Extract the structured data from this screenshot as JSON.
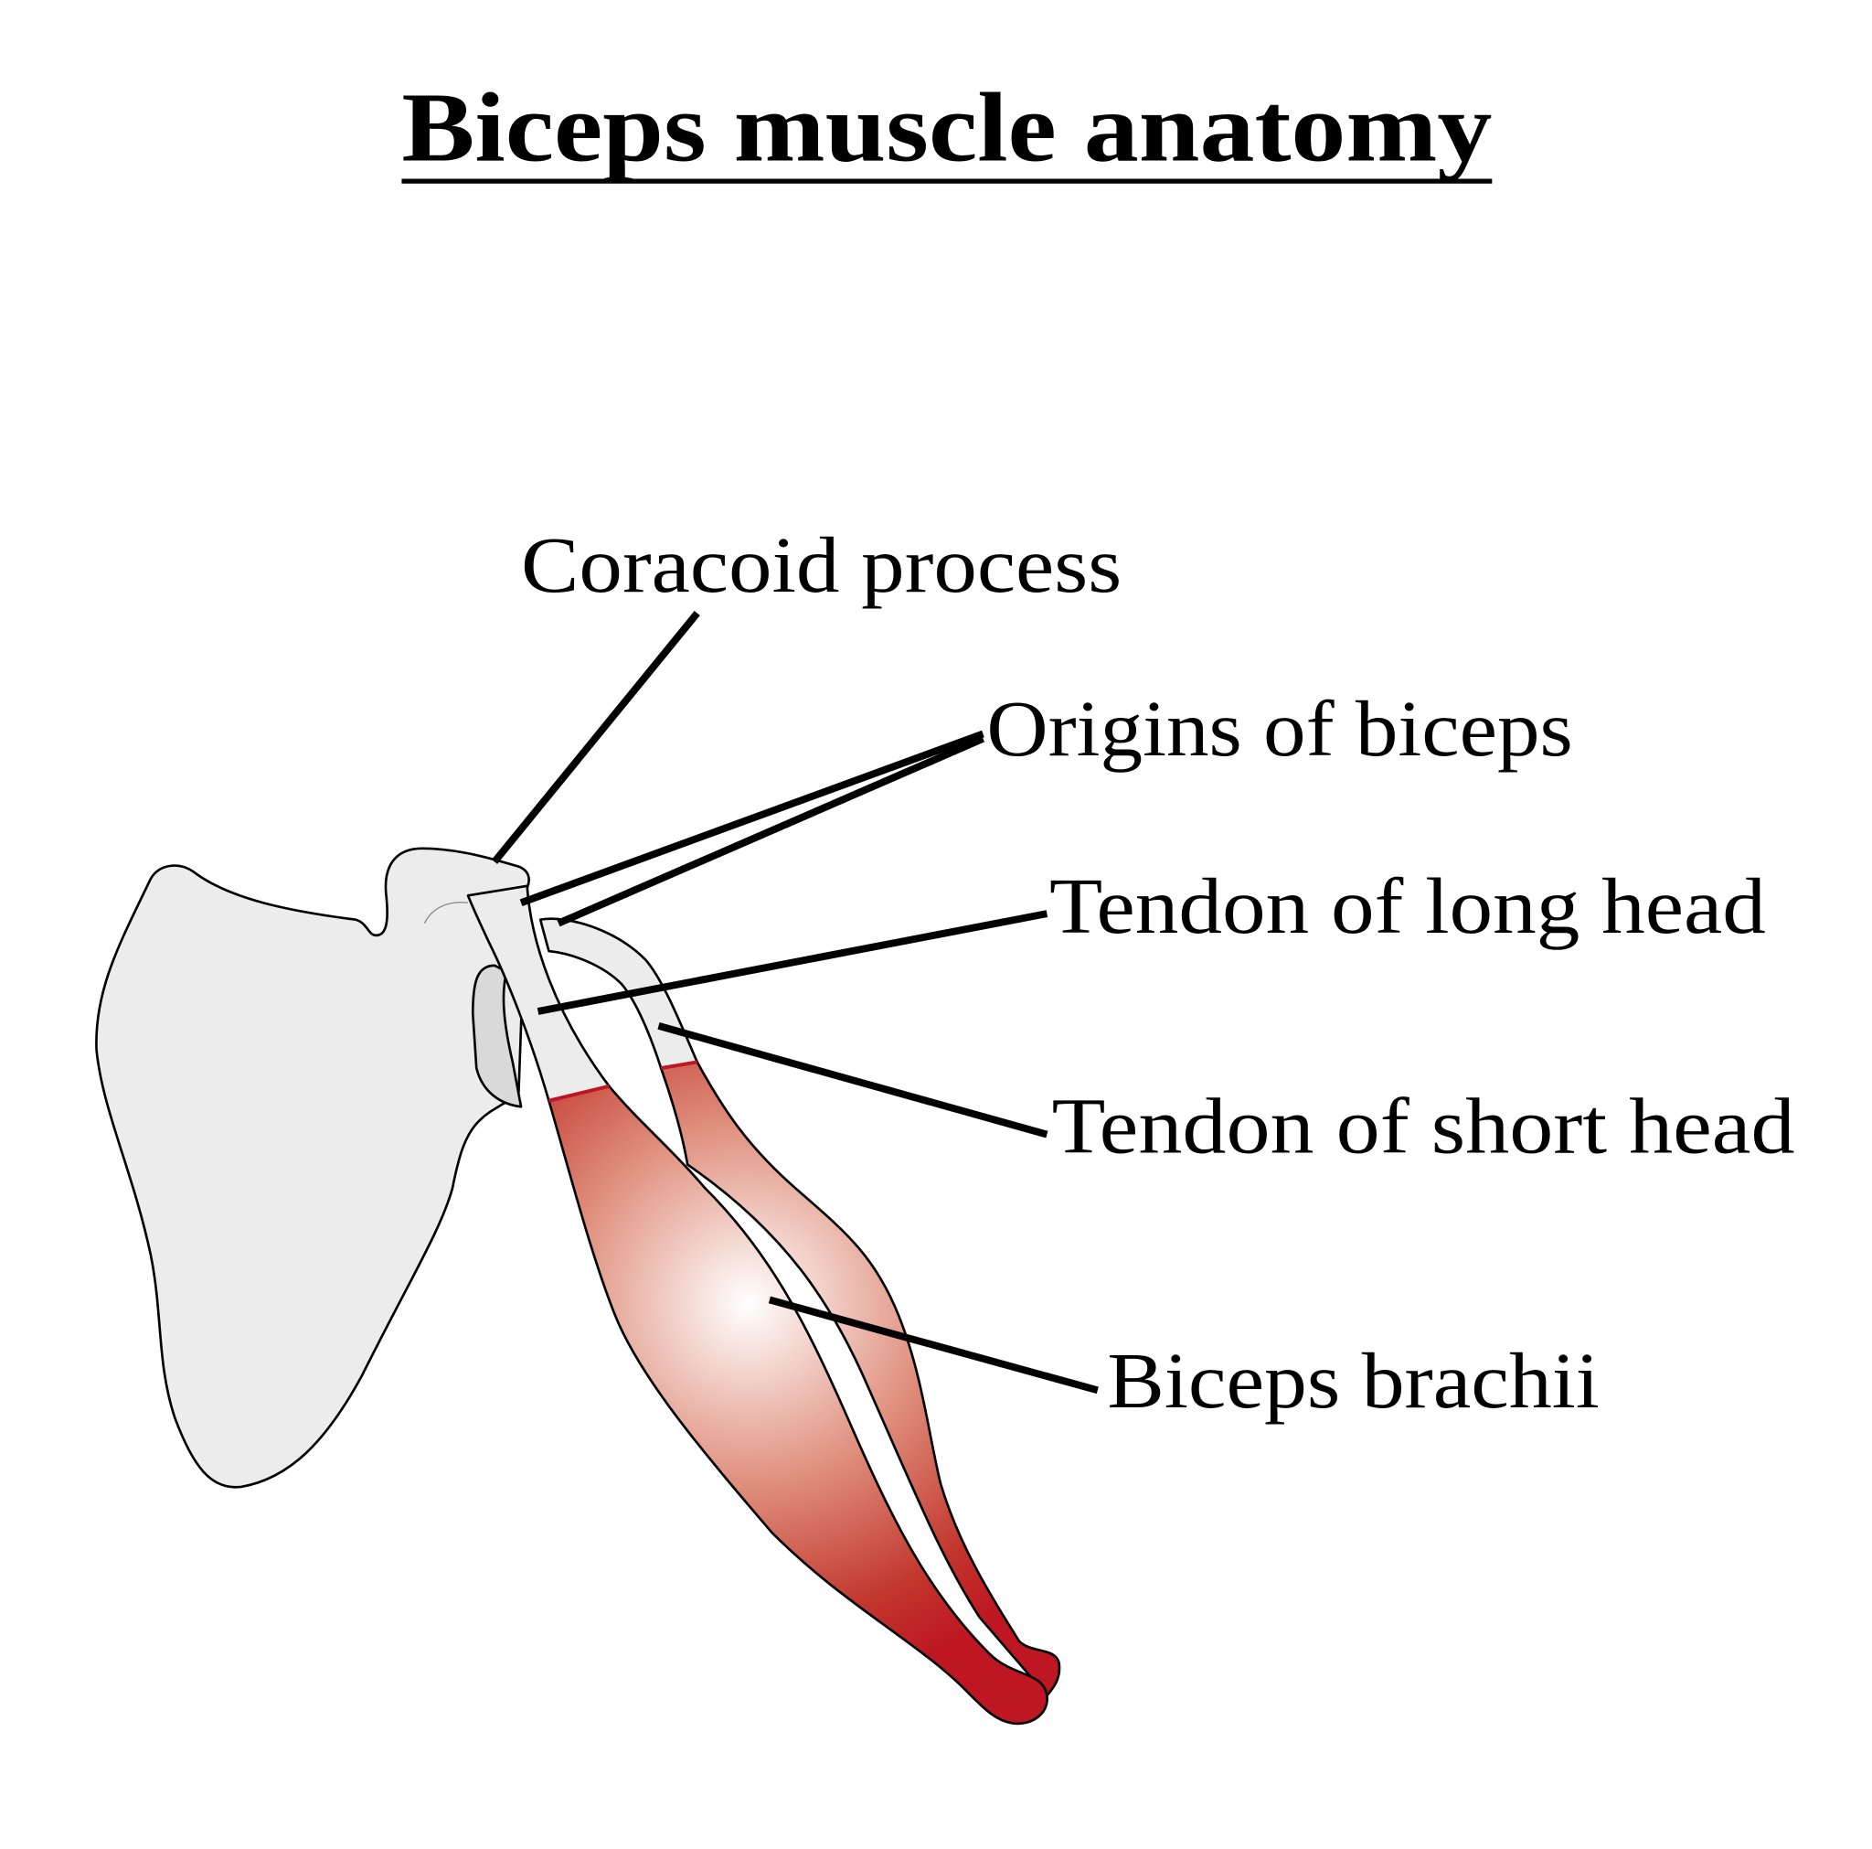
{
  "title": "Biceps muscle anatomy",
  "labels": {
    "coracoid": "Coracoid process",
    "origins": "Origins of biceps",
    "long_tendon": "Tendon of long head",
    "short_tendon": "Tendon of short head",
    "brachii": "Biceps brachii"
  },
  "colors": {
    "bone": "#ececec",
    "muscle": "#be1622",
    "muscle_highlight": "#ffffff",
    "line": "#000000"
  }
}
